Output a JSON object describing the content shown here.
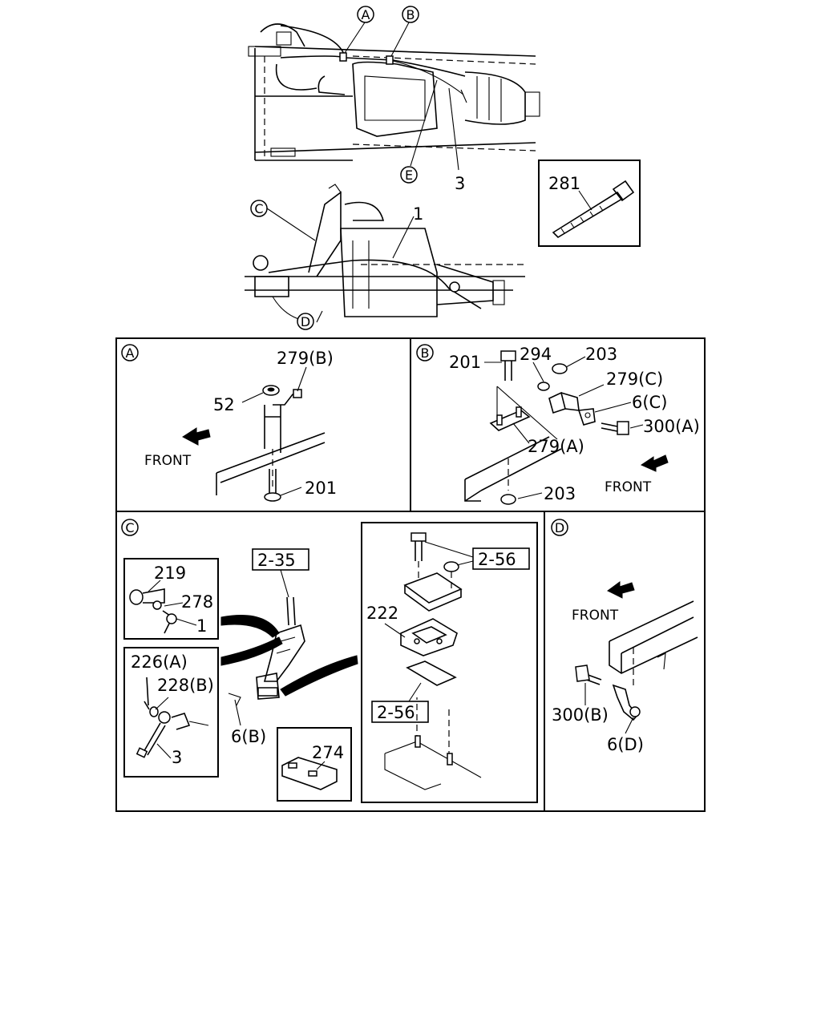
{
  "callouts": {
    "A": "A",
    "B": "B",
    "C": "C",
    "D": "D",
    "E": "E"
  },
  "overview": {
    "top_ref_3": "3",
    "side_ref_1": "1",
    "inset_281": "281"
  },
  "panel_a": {
    "p279b": "279(B)",
    "p52": "52",
    "front": "FRONT",
    "p201": "201"
  },
  "panel_b": {
    "p201": "201",
    "p294": "294",
    "p203_top": "203",
    "p279c": "279(C)",
    "p6c": "6(C)",
    "p300a": "300(A)",
    "p279a": "279(A)",
    "front": "FRONT",
    "p203_bottom": "203"
  },
  "panel_c": {
    "p219": "219",
    "p278": "278",
    "p1": "1",
    "p226a": "226(A)",
    "p228b": "228(B)",
    "p3": "3",
    "ref_235": "2-35",
    "p6b": "6(B)",
    "p274": "274",
    "ref_256_top": "2-56",
    "p222": "222",
    "ref_256_bottom": "2-56"
  },
  "panel_d": {
    "front": "FRONT",
    "p300b": "300(B)",
    "p6d": "6(D)"
  }
}
